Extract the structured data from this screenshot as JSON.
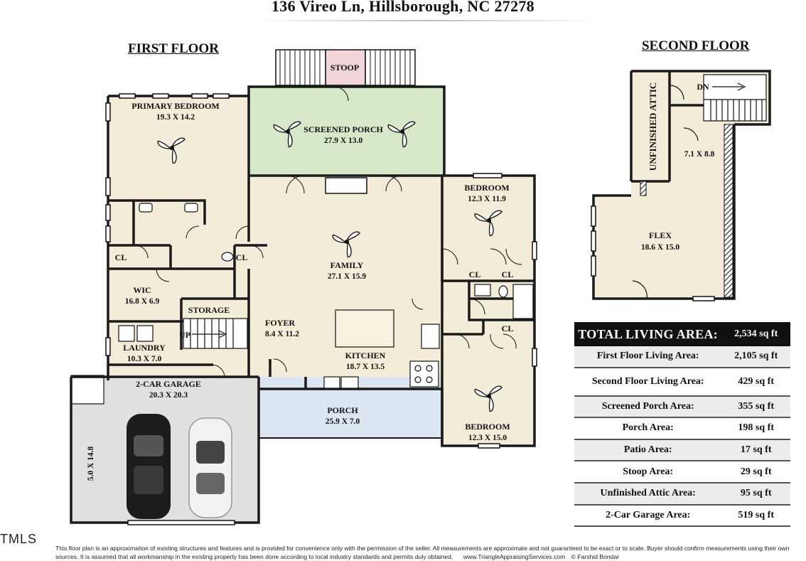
{
  "title": "136 Vireo Ln, Hillsborough, NC 27278",
  "first_floor_heading": "FIRST FLOOR",
  "second_floor_heading": "SECOND FLOOR",
  "rooms": {
    "stoop": {
      "name": "STOOP"
    },
    "primary_bedroom": {
      "name": "PRIMARY BEDROOM",
      "dims": "19.3 X 14.2"
    },
    "screened_porch": {
      "name": "SCREENED PORCH",
      "dims": "27.9 X 13.0"
    },
    "bedroom_2": {
      "name": "BEDROOM",
      "dims": "12.3 X 11.9"
    },
    "bedroom_3": {
      "name": "BEDROOM",
      "dims": "12.3 X 15.0"
    },
    "family": {
      "name": "FAMILY",
      "dims": "27.1 X 15.9"
    },
    "wic": {
      "name": "WIC",
      "dims": "16.8 X 6.9"
    },
    "storage": {
      "name": "STORAGE"
    },
    "foyer": {
      "name": "FOYER",
      "dims": "8.4 X 11.2"
    },
    "laundry": {
      "name": "LAUNDRY",
      "dims": "10.3 X 7.0"
    },
    "kitchen": {
      "name": "KITCHEN",
      "dims": "18.7 X 13.5"
    },
    "garage": {
      "name": "2-CAR GARAGE",
      "dims": "20.3 X 20.3"
    },
    "garage_side": {
      "dims": "5.0 X 14.8"
    },
    "porch": {
      "name": "PORCH",
      "dims": "25.9 X 7.0"
    },
    "unfinished_attic": {
      "name": "UNFINISHED ATTIC"
    },
    "landing": {
      "dims": "7.1 X 8.8"
    },
    "flex": {
      "name": "FLEX",
      "dims": "18.6 X 15.0"
    }
  },
  "labels": {
    "cl": "CL",
    "up": "UP",
    "dn": "DN"
  },
  "area_table": {
    "total_label": "TOTAL LIVING AREA:",
    "total_value": "2,534 sq ft",
    "rows": [
      {
        "label": "First Floor Living Area:",
        "value": "2,105 sq ft"
      },
      {
        "label": "Second Floor Living Area:",
        "value": "429 sq ft"
      },
      {
        "label": "Screened Porch Area:",
        "value": "355 sq ft"
      },
      {
        "label": "Porch Area:",
        "value": "198 sq ft"
      },
      {
        "label": "Patio Area:",
        "value": "17 sq ft"
      },
      {
        "label": "Stoop Area:",
        "value": "29 sq ft"
      },
      {
        "label": "Unfinished Attic Area:",
        "value": "95 sq ft"
      },
      {
        "label": "2-Car Garage Area:",
        "value": "519 sq ft"
      }
    ]
  },
  "mls_mark": "TMLS",
  "disclaimer": "This floor plan is an approximation of existing structures and features and is provided for convenience only with the permission of the seller.  All measurements are approximate and not guaranteed to be exact or to scale.  Buyer should confirm measurements using their own sources.  It is assumed that all workmanship in the existing property has been done according to local industry standards and permits duly obtained.",
  "footer_site": "www.TriangleAppraisingServices.com",
  "footer_credit": "© Farshid Bondar",
  "colors": {
    "floor_fill": "#f3ecd8",
    "screened_porch_fill": "#d6e8c8",
    "porch_fill": "#dbe6f2",
    "stoop_fill": "#f1d4d8",
    "garage_fill": "#e0e0e0",
    "wall": "#1a1a1a",
    "table_header": "#111111",
    "table_alt_row": "#ececec"
  }
}
